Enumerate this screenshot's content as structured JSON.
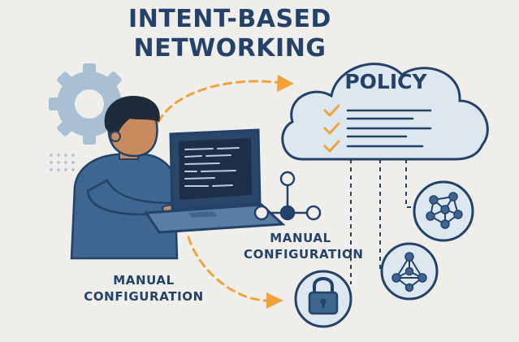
{
  "title": {
    "line1": "INTENT-BASED",
    "line2": "NETWORKING"
  },
  "cloud": {
    "label": "POLICY"
  },
  "labels": {
    "manual_config_upper": {
      "line1": "MANUAL",
      "line2": "CONFIGURATION"
    },
    "manual_config_lower": {
      "line1": "MANUAL",
      "line2": "CONFIGURATION"
    }
  },
  "colors": {
    "background": "#efeeea",
    "navy": "#22426a",
    "accent_orange": "#f2a23a",
    "cloud_fill": "#dde7f0",
    "gear": "#a9bfd3",
    "shirt": "#3f6691",
    "skin": "#c98a5e",
    "hair": "#1f2a3a"
  },
  "icons": [
    "gear-icon",
    "laptop-icon",
    "person-icon",
    "cloud-icon",
    "checkmark-icon",
    "node-graph-icon",
    "padlock-icon",
    "network-mesh-icon"
  ]
}
